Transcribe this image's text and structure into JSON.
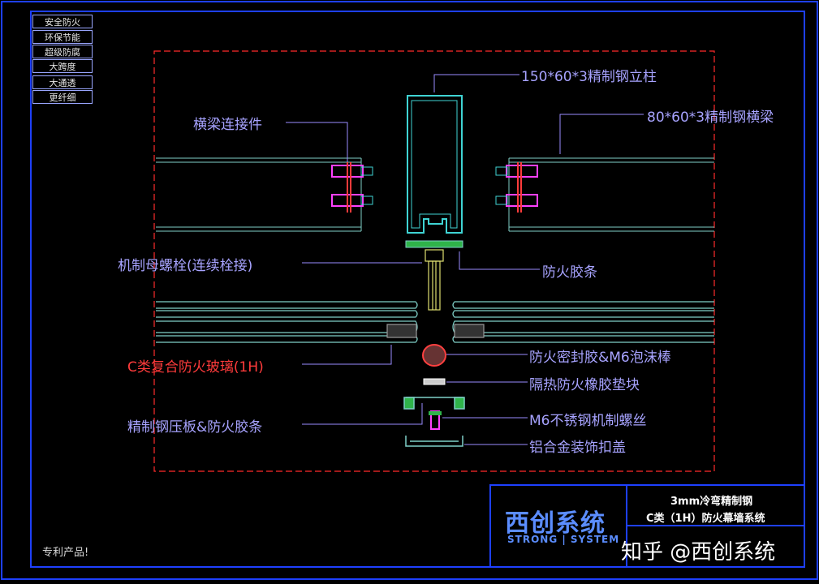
{
  "tags": [
    "安全防火",
    "环保节能",
    "超级防腐",
    "大跨度",
    "大通透",
    "更纤细"
  ],
  "labels": {
    "column": "150*60*3精制钢立柱",
    "crossbeam_connector": "横梁连接件",
    "crossbeam": "80*60*3精制钢横梁",
    "bolt": "机制母螺栓(连续栓接)",
    "fire_strip_top": "防火胶条",
    "glass": "C类复合防火玻璃(1H)",
    "sealant": "防火密封胶&M6泡沫棒",
    "insulation_block": "隔热防火橡胶垫块",
    "pressure_plate": "精制钢压板&防火胶条",
    "screw": "M6不锈钢机制螺丝",
    "cover": "铝合金装饰扣盖"
  },
  "patent": "专利产品!",
  "title_block": {
    "line1": "3mm冷弯精制钢",
    "line2": "C类（1H）防火幕墙系统",
    "logo_cn": "西创系统",
    "logo_en": "STRONG | SYSTEM"
  },
  "watermark": "知乎 @西创系统",
  "colors": {
    "outer_frame": "#1e40ff",
    "dash_border": "#ff2b2b",
    "profile": "#3fd4d4",
    "glass_lines": "#7fd0c8",
    "bolt": "#ff40ff",
    "leader": "#9a8cff",
    "label_blue": "#a7a3ff",
    "label_red": "#ff3b3b"
  }
}
